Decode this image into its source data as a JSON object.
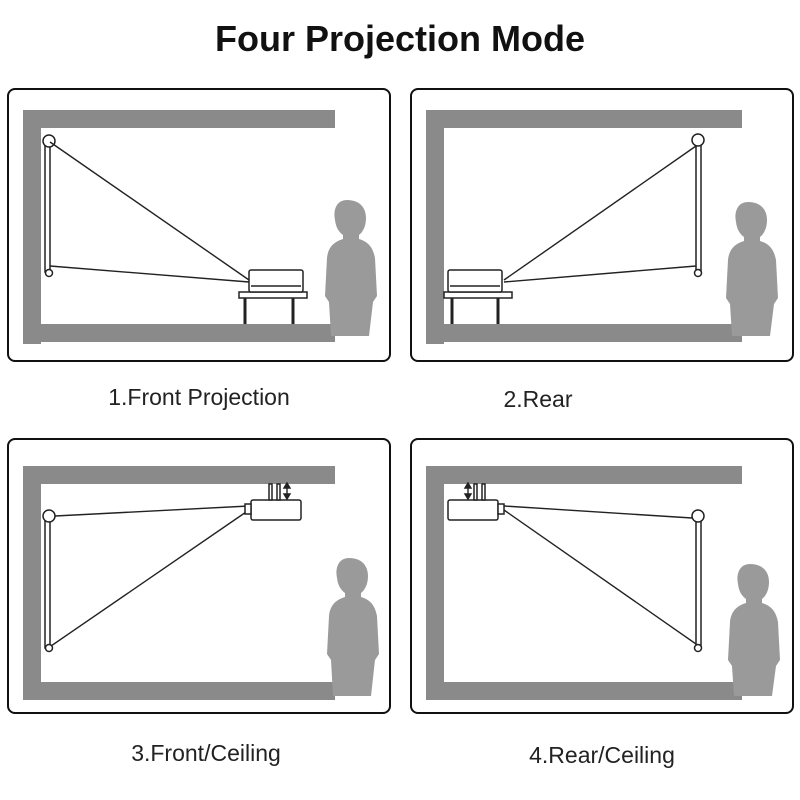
{
  "title": "Four Projection Mode",
  "modes": [
    {
      "caption": "1.Front Projection",
      "projector": "floor",
      "screen": "left"
    },
    {
      "caption": "2.Rear",
      "projector": "floor",
      "screen": "right"
    },
    {
      "caption": "3.Front/Ceiling",
      "projector": "ceiling",
      "screen": "left"
    },
    {
      "caption": "4.Rear/Ceiling",
      "projector": "ceiling",
      "screen": "right"
    }
  ],
  "colors": {
    "wall": "#8a8a8a",
    "person": "#9a9a9a",
    "line": "#222222"
  },
  "icons": [
    "screen-roller-icon",
    "projector-icon",
    "table-icon",
    "person-silhouette-icon",
    "height-adjust-arrow-icon"
  ]
}
